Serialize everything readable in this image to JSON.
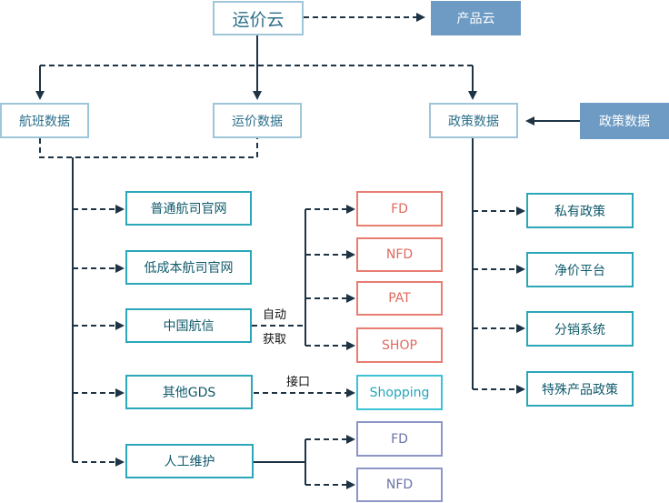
{
  "root": "运价云",
  "product_cloud": "产品云",
  "sources": {
    "flight": "航班数据",
    "fare": "运价数据",
    "policy": "政策数据",
    "external_policy": "政策数据"
  },
  "channels": [
    "普通航司官网",
    "低成本航司官网",
    "中国航信",
    "其他GDS",
    "人工维护"
  ],
  "auto_fetch": [
    "自动",
    "获取"
  ],
  "interface_label": "接口",
  "auto_outputs": [
    "FD",
    "NFD",
    "PAT",
    "SHOP"
  ],
  "gds_output": "Shopping",
  "manual_outputs": [
    "FD",
    "NFD"
  ],
  "policy_items": [
    "私有政策",
    "净价平台",
    "分销系统",
    "特殊产品政策"
  ]
}
